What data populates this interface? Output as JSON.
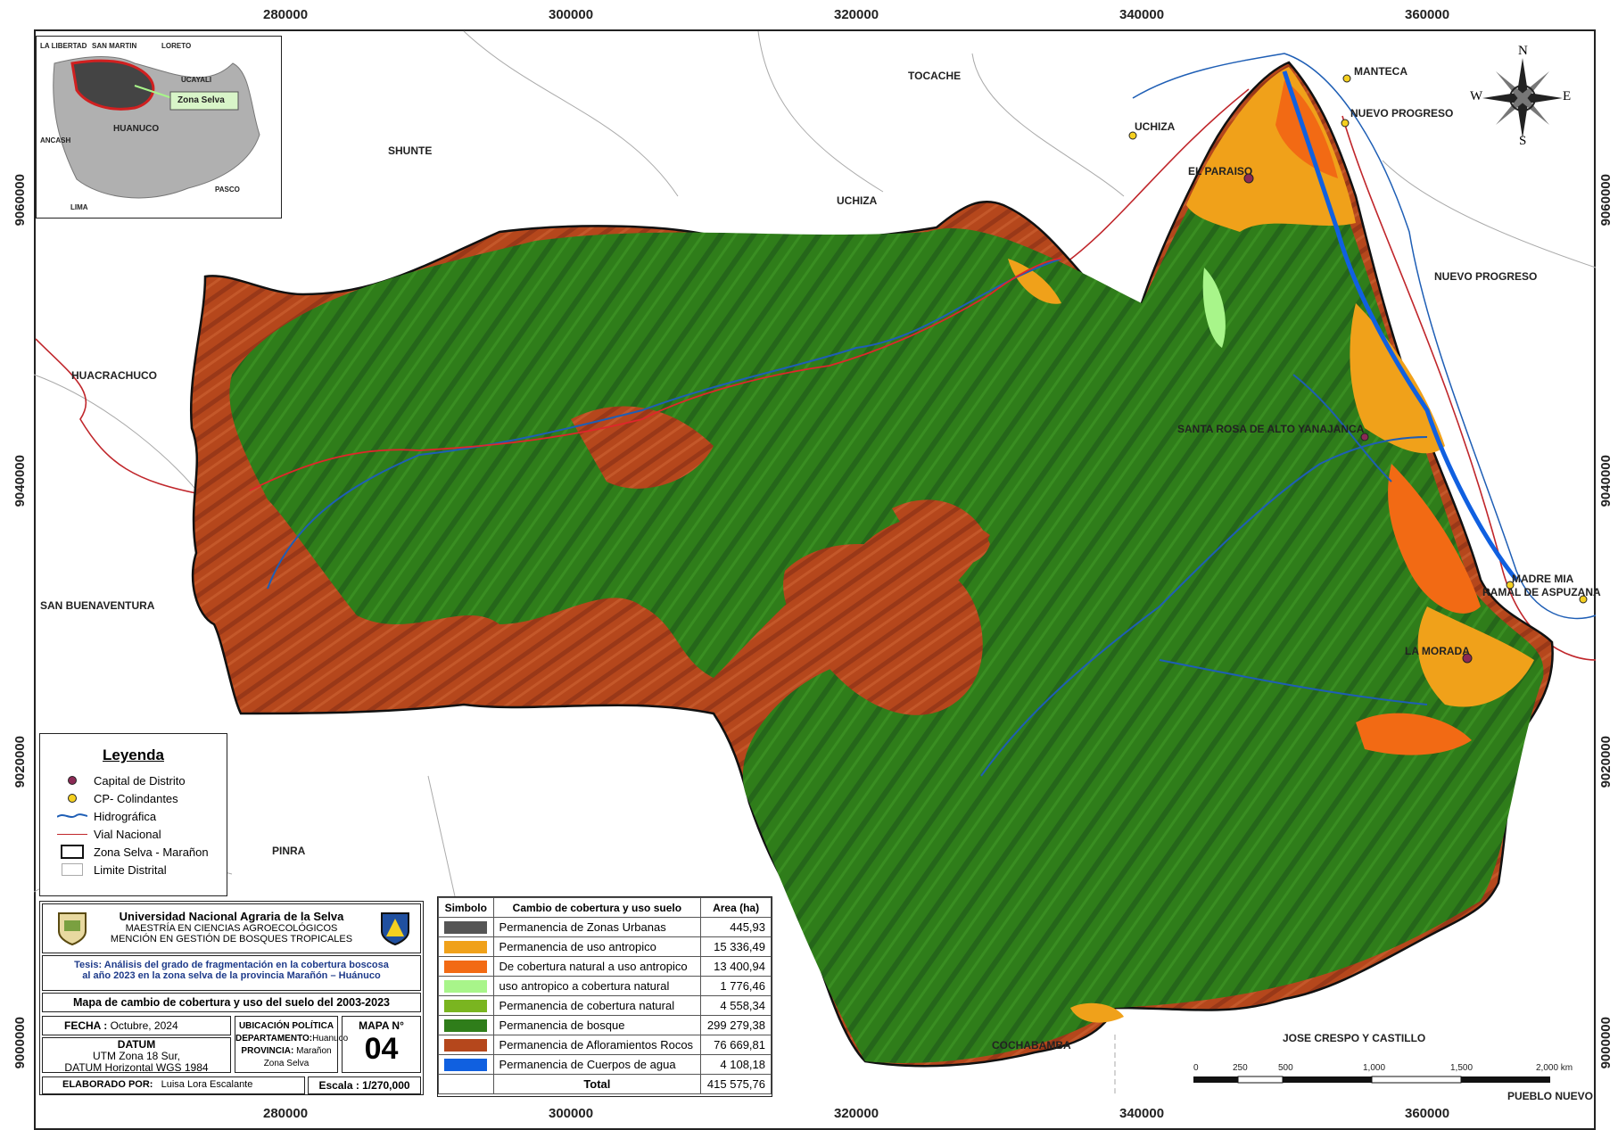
{
  "axes": {
    "top": [
      "280000",
      "300000",
      "320000",
      "340000",
      "360000"
    ],
    "bottom": [
      "280000",
      "300000",
      "320000",
      "340000",
      "360000"
    ],
    "left": [
      "9060000",
      "9040000",
      "9020000",
      "9000000"
    ],
    "right": [
      "9060000",
      "9040000",
      "9020000",
      "9000000"
    ]
  },
  "places": {
    "tocache": "TOCACHE",
    "shunte": "SHUNTE",
    "uchiza_district": "UCHIZA",
    "uchiza_town": "UCHIZA",
    "manteca": "MANTECA",
    "nuevo_progreso_town": "NUEVO PROGRESO",
    "nuevo_progreso_district": "NUEVO PROGRESO",
    "el_paraiso": "EL PARAISO",
    "huacrachuco": "HUACRACHUCO",
    "santa_rosa": "SANTA ROSA DE ALTO YANAJANCA",
    "san_buenaventura": "SAN BUENAVENTURA",
    "madre_mia": "MADRE MIA",
    "ramal": "RAMAL DE ASPUZANA",
    "la_morada": "LA MORADA",
    "pinra": "PINRA",
    "cochabamba": "COCHABAMBA",
    "jose_crespo": "JOSE CRESPO Y CASTILLO",
    "pueblo_nuevo": "PUEBLO NUEVO"
  },
  "inset": {
    "la_libertad": "LA LIBERTAD",
    "san_martin": "SAN MARTIN",
    "loreto": "LORETO",
    "ucayali": "UCAYALI",
    "zona_selva": "Zona Selva",
    "huanuco": "HUANUCO",
    "ancash": "ANCASH",
    "pasco": "PASCO",
    "lima": "LIMA"
  },
  "compass": {
    "n": "N",
    "s": "S",
    "e": "E",
    "w": "W"
  },
  "legend": {
    "title": "Leyenda",
    "items": [
      {
        "label": "Capital de Distrito"
      },
      {
        "label": "CP- Colindantes"
      },
      {
        "label": "Hidrográfica"
      },
      {
        "label": "Vial Nacional"
      },
      {
        "label": "Zona Selva - Marañon"
      },
      {
        "label": "Limite Distrital"
      }
    ]
  },
  "table": {
    "headers": [
      "Simbolo",
      "Cambio de cobertura y uso suelo",
      "Area (ha)"
    ],
    "rows": [
      {
        "label": "Permanencia de Zonas Urbanas",
        "area": "445,93",
        "color": "#555555"
      },
      {
        "label": "Permanencia de uso antropico",
        "area": "15 336,49",
        "color": "#f0a11a"
      },
      {
        "label": "De cobertura natural a uso antropico",
        "area": "13 400,94",
        "color": "#f26a14"
      },
      {
        "label": "uso antropico a cobertura natural",
        "area": "1 776,46",
        "color": "#a8f58a"
      },
      {
        "label": "Permanencia de cobertura natural",
        "area": "4 558,34",
        "color": "#7ab520"
      },
      {
        "label": "Permanencia de bosque",
        "area": "299 279,38",
        "color": "#2f7d1a"
      },
      {
        "label": "Permanencia de Afloramientos Rocos",
        "area": "76 669,81",
        "color": "#b5471c"
      },
      {
        "label": "Permanencia de Cuerpos de agua",
        "area": "4 108,18",
        "color": "#1060e0"
      }
    ],
    "total_label": "Total",
    "total_area": "415 575,76"
  },
  "info": {
    "university": "Universidad Nacional Agraria de la Selva",
    "masters_1": "MAESTRÍA EN CIENCIAS AGROECOLÓGICOS",
    "masters_2": "MENCIÓN EN GESTIÓN DE BOSQUES TROPICALES",
    "thesis_1": "Tesis: Análisis del grado de fragmentación en la cobertura boscosa",
    "thesis_2": "al año 2023 en la zona selva de la provincia Marañón – Huánuco",
    "map_title": "Mapa de cambio de cobertura y uso del suelo del 2003-2023",
    "fecha_label": "FECHA :",
    "fecha_value": "Octubre, 2024",
    "datum_title": "DATUM",
    "datum_1": "UTM Zona 18 Sur,",
    "datum_2": "DATUM Horizontal WGS 1984",
    "ubic_title": "UBICACIÓN POLÍTICA",
    "dep_label": "DEPARTAMENTO:",
    "dep_value": "Huanuco",
    "prov_label": "PROVINCIA:",
    "prov_value": "Marañon",
    "zona_value": "Zona Selva",
    "mapa_label": "MAPA N°",
    "mapa_num": "04",
    "elab_label": "ELABORADO POR:",
    "elab_value": "Luisa Lora Escalante",
    "escala": "Escala : 1/270,000"
  },
  "scale_bar": {
    "labels": [
      "0",
      "250",
      "500",
      "1,000",
      "1,500",
      "2,000 km"
    ]
  },
  "colors": {
    "forest": "#2f7d1a",
    "rock": "#b5471c",
    "anthropic": "#f0a11a",
    "conversion": "#f26a14",
    "water": "#1060e0",
    "road": "#c0262b"
  }
}
